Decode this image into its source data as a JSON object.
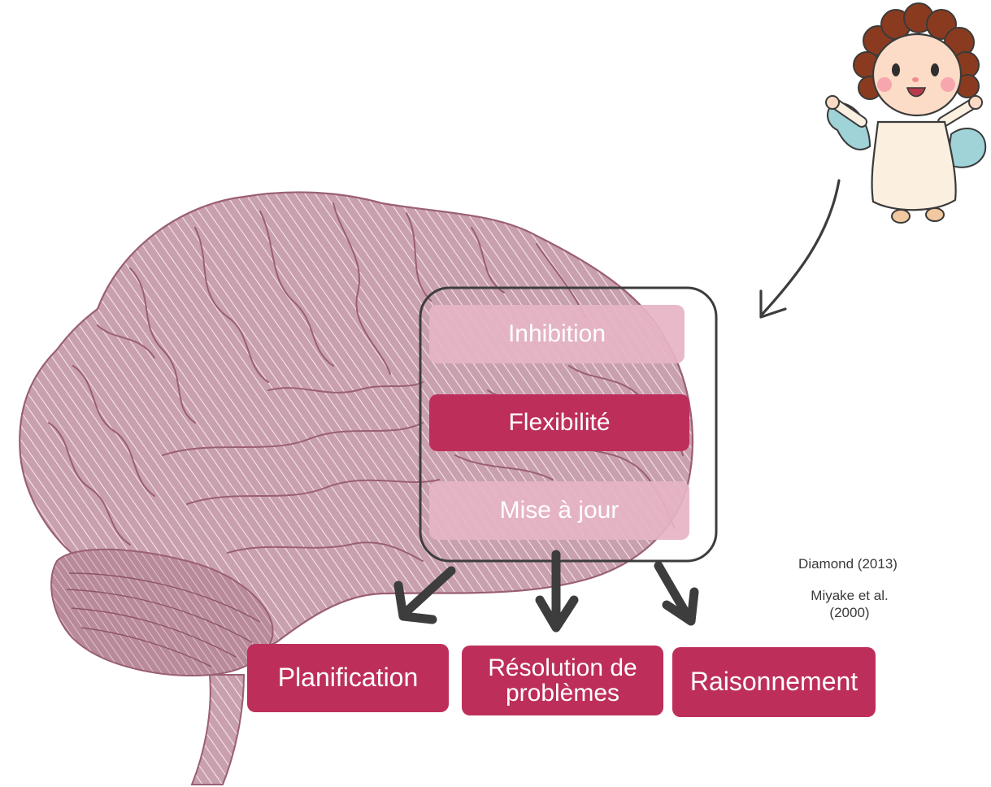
{
  "executive_functions": {
    "inhibition": "Inhibition",
    "flexibility": "Flexibilité",
    "updating": "Mise à jour"
  },
  "outcomes": {
    "planning": "Planification",
    "problem_solving": "Résolution de problèmes",
    "reasoning": "Raisonnement"
  },
  "references": {
    "diamond": "Diamond (2013)",
    "miyake": "Miyake et al. (2000)"
  },
  "colors": {
    "accent": "#bd2f5a",
    "accent_light": "#e6b4c4",
    "brain": "#c9a0ad",
    "brain_outline": "#9a5f72",
    "arrow": "#3d3d3d"
  },
  "icons": {
    "brain": "brain-illustration",
    "angel": "angel-character"
  }
}
